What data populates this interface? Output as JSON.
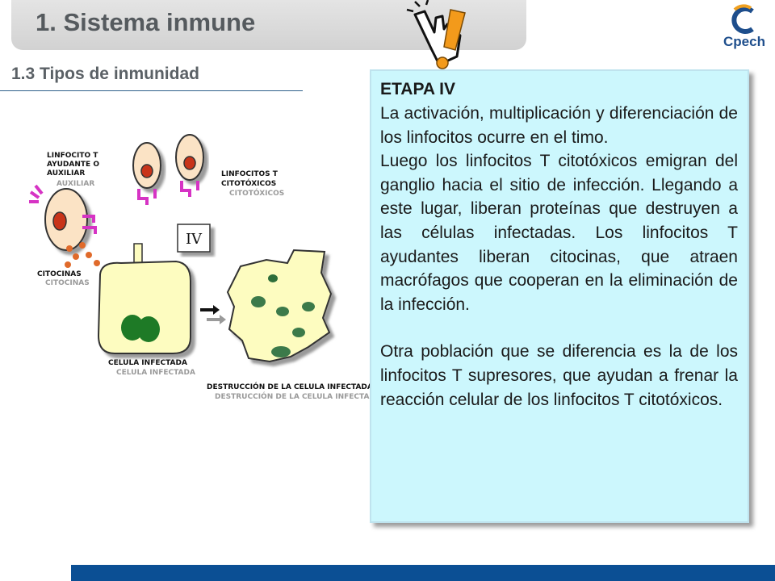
{
  "header": {
    "title": "1. Sistema inmune",
    "subtitle": "1.3 Tipos de inmunidad"
  },
  "logo": {
    "text": "Cpech"
  },
  "pointer": {
    "icon": "hand-pointer-exclamation-icon"
  },
  "diagram": {
    "label_helper": "LINFOCITO T AYUDANTE O AUXILIAR",
    "label_helper_lines": [
      "LINFOCITO T",
      "AYUDANTE O",
      "AUXILIAR"
    ],
    "label_cytotoxic_lines": [
      "LINFOCITOS T",
      "CITOTÓXICOS"
    ],
    "label_cytokines": "CITOCINAS",
    "label_infected": "CELULA INFECTADA",
    "label_destruction": "DESTRUCCIÓN DE LA CELULA INFECTADA",
    "stage_roman": "IV"
  },
  "info": {
    "heading": "ETAPA IV",
    "p1": "La activación, multiplicación y diferenciación de los linfocitos ocurre en el timo.",
    "p2": "Luego los linfocitos T citotóxicos emigran del ganglio hacia el sitio de infección. Llegando a este lugar, liberan proteínas que destruyen a las células infectadas. Los linfocitos T ayudantes liberan citocinas, que atraen macrófagos que cooperan en la eliminación de la infección.",
    "p3": "Otra población que se diferencia es la de los linfocitos T supresores, que ayudan a frenar la reacción celular de los linfocitos T citotóxicos."
  },
  "colors": {
    "title_bar": "#d8d8d8",
    "box_bg": "#ccf7fd",
    "footer": "#0b4f94",
    "cell_fill": "#fdfcc0",
    "nucleus": "#1e7a26",
    "receptor": "#d633c4",
    "cyto_nucleus": "#c8341a"
  }
}
